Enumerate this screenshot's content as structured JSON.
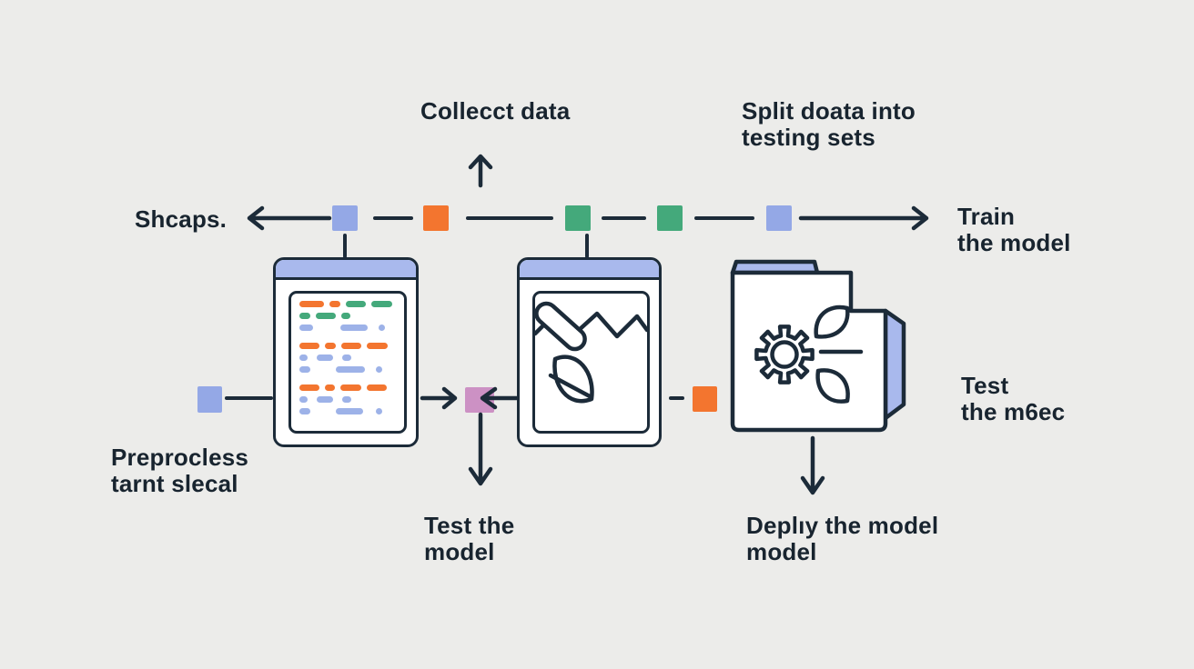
{
  "diagram": {
    "labels": {
      "collect_data": "Collecct data",
      "split_data": "Split doata into\ntesting sets",
      "shcaps": "Shcaps.",
      "train_model": "Train\nthe model",
      "preprocess": "Preprocless\ntarnt slecal",
      "test_right": "Test\nthe m6ec",
      "test_bottom": "Test the\nmodel",
      "deploy": "Deplıy the model\nmodel"
    },
    "colors": {
      "background": "#ECECEA",
      "line": "#1C2B39",
      "text": "#18242F",
      "purple": "#94A8E6",
      "purple_light": "#A9B9ED",
      "pill_purple": "#9DB2E8",
      "orange": "#F3752F",
      "green": "#44A97B",
      "pink": "#CC91C4",
      "card_white": "#FFFFFF"
    },
    "nodes": [
      {
        "id": "node-purple-1",
        "color": "purple"
      },
      {
        "id": "node-orange-1",
        "color": "orange"
      },
      {
        "id": "node-green-1",
        "color": "green"
      },
      {
        "id": "node-green-2",
        "color": "green"
      },
      {
        "id": "node-purple-2",
        "color": "purple"
      },
      {
        "id": "node-purple-left",
        "color": "purple"
      },
      {
        "id": "node-pink",
        "color": "pink"
      },
      {
        "id": "node-orange-2",
        "color": "orange"
      }
    ],
    "code_lines": [
      {
        "rows": [
          {
            "pills": [
              [
                "orange",
                27
              ],
              [
                "orange",
                12
              ],
              [
                "green",
                22
              ],
              [
                "green",
                23
              ]
            ]
          },
          {
            "pills": [
              [
                "green",
                12
              ],
              [
                "green",
                22
              ],
              [
                "green",
                10
              ]
            ]
          },
          {
            "pills": [
              [
                "pill_purple",
                15
              ],
              [
                "pill_purple",
                30,
                24
              ],
              [
                "pill_purple",
                7,
                6
              ]
            ]
          }
        ]
      },
      {
        "rows": [
          {
            "pills": [
              [
                "orange",
                22
              ],
              [
                "orange",
                12
              ],
              [
                "orange",
                22
              ],
              [
                "orange",
                23
              ]
            ]
          },
          {
            "pills": [
              [
                "pill_purple",
                9
              ],
              [
                "pill_purple",
                18,
                4
              ],
              [
                "pill_purple",
                10,
                4
              ]
            ]
          },
          {
            "pills": [
              [
                "pill_purple",
                12
              ],
              [
                "pill_purple",
                32,
                22
              ],
              [
                "pill_purple",
                7,
                6
              ]
            ]
          }
        ]
      },
      {
        "rows": [
          {
            "pills": [
              [
                "orange",
                22
              ],
              [
                "orange",
                11
              ],
              [
                "orange",
                23
              ],
              [
                "orange",
                22
              ]
            ]
          },
          {
            "pills": [
              [
                "pill_purple",
                9
              ],
              [
                "pill_purple",
                18,
                4
              ],
              [
                "pill_purple",
                10,
                4
              ]
            ]
          },
          {
            "pills": [
              [
                "pill_purple",
                12
              ],
              [
                "pill_purple",
                30,
                22
              ],
              [
                "pill_purple",
                7,
                8
              ]
            ]
          }
        ]
      }
    ]
  }
}
